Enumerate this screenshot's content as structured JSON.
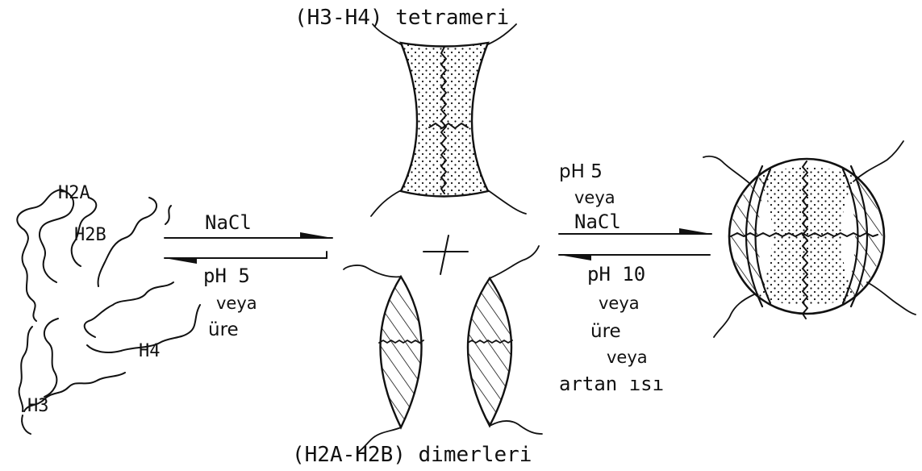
{
  "title_top": "(H3-H4) tetrameri",
  "title_bottom": "(H2A-H2B) dimerleri",
  "histones": {
    "h2a": "H2A",
    "h2b": "H2B",
    "h4": "H4",
    "h3": "H3"
  },
  "left_arrows": {
    "forward_label": "NaCl",
    "reverse_labels": [
      "pH 5",
      "veya",
      "üre"
    ]
  },
  "right_arrows": {
    "forward_labels": [
      "pH 5",
      "veya",
      "NaCl"
    ],
    "reverse_labels": [
      "pH 10",
      "veya",
      "üre",
      "veya",
      "artan ısı"
    ]
  },
  "plus_sign": "+",
  "colors": {
    "ink": "#111111",
    "background": "#ffffff"
  }
}
